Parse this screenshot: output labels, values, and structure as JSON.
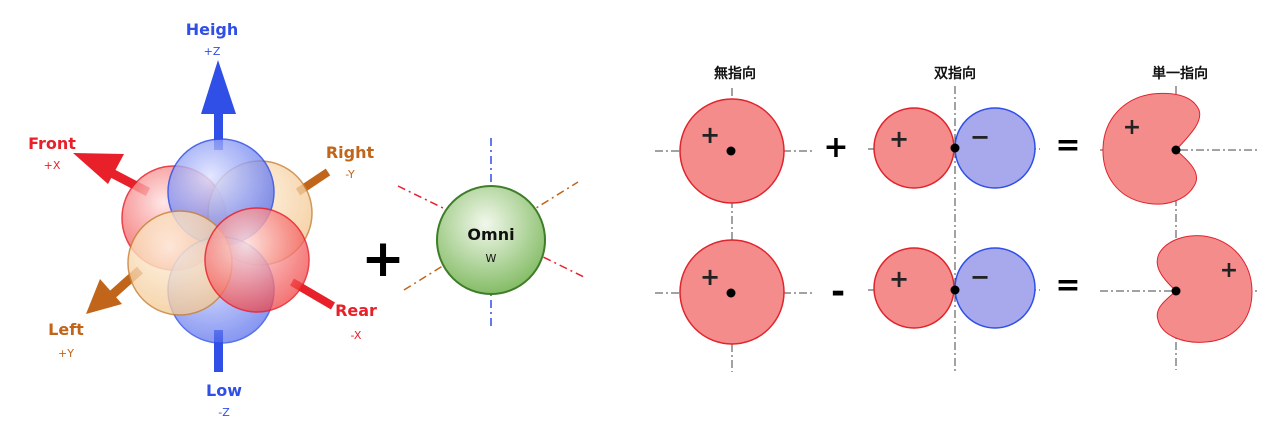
{
  "ambisonics": {
    "axes": {
      "heigh": {
        "label": "Heigh",
        "sub": "+Z"
      },
      "low": {
        "label": "Low",
        "sub": "-Z"
      },
      "front": {
        "label": "Front",
        "sub": "+X"
      },
      "rear": {
        "label": "Rear",
        "sub": "-X"
      },
      "right": {
        "label": "Right",
        "sub": "-Y"
      },
      "left": {
        "label": "Left",
        "sub": "+Y"
      }
    },
    "plus_sign": "+",
    "omni": {
      "label": "Omni",
      "sub": "W"
    }
  },
  "polar": {
    "headers": {
      "omni": "無指向",
      "bi": "双指向",
      "uni": "単一指向"
    },
    "row1": {
      "omni_sign": "+",
      "operator": "+",
      "bi_pos": "+",
      "bi_neg": "−",
      "equals": "=",
      "result_sign": "+"
    },
    "row2": {
      "omni_sign": "+",
      "operator": "-",
      "bi_pos": "+",
      "bi_neg": "−",
      "equals": "=",
      "result_sign": "+"
    }
  },
  "colors": {
    "red": "#e8202a",
    "blue": "#2f4fe6",
    "orange": "#c0651a",
    "green": "#5a9b3c",
    "pink_fill": "#f48c8c",
    "lavender_fill": "#a8a8ec"
  }
}
